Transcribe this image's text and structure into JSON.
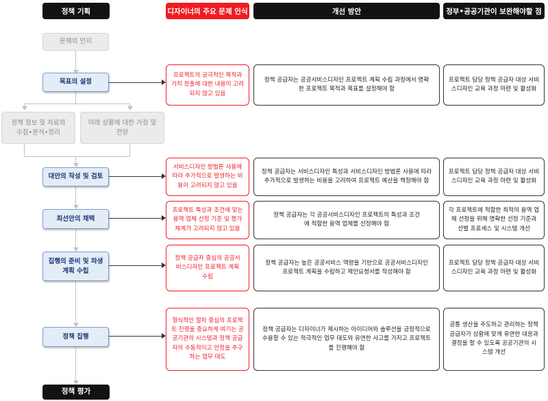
{
  "headers": {
    "col1": "정책 기획",
    "col2": "디자이너의 주요 문제 인식",
    "col3": "개선 방안",
    "col4": "정부•공공기관이 보완해야할 점"
  },
  "process": {
    "problem_awareness": "문제의 인지",
    "goal_setting": "목표의 설정",
    "info_collection": "정책 정보 및 자료의 수집•분석•정리",
    "future_forecast": "미래 상황에 대한 가정 및 전망",
    "alternatives": "대안의 작성 및 검토",
    "best_choice": "최선안의 채택",
    "execution_plan": "집행의 준비 및 파생 계획 수립",
    "execution": "정책 집행",
    "evaluation": "정책 평가"
  },
  "rows": [
    {
      "problem": "프로젝트의 궁극적인 목적과 가치 창출에 대한 내용이 고려되지 않고 있음",
      "improvement": "정책 공급자는 공공서비스디자인 프로젝트 계획 수립 과정에서 명확한 프로젝트 목적과 목표를 설정해야 함",
      "supplement": "프로젝트 담당 정책 공급자 대상 서비스디자인 교육 과정 마련 및 활성화"
    },
    {
      "problem": "서비스디자인 방법론 사용에 따라 추가적으로 발생하는 비용이 고려되지 않고 있음",
      "improvement": "정책 공급자는 서비스디자인 특성과 서비스디자인 방법론 사용에 따라 추가적으로 발생하는 비용을 고려하여 프로젝트 예산을 책정해야 함",
      "supplement": "프로젝트 담당 정책 공급자 대상 서비스디자인 교육 과정 마련 및 활성화"
    },
    {
      "problem": "프로젝트 특성과 조건에 맞는 용역 업체 선정 기준 및 평가 체계가 고려되지 않고 있음",
      "improvement": "정책 공급자는 각 공공서비스디자인 프로젝트의 특성과 조건에 적합한 용역 업체를 선정해야 함",
      "supplement": "각 프로젝트에 적합한 최적의 용역 업체 선정을 위해 명확한 선정 기준과 선별 프로세스 및 시스템 개선"
    },
    {
      "problem": "정책 공급자 중심의 공공서비스디자인 프로젝트 계획 수립",
      "improvement": "정책 공급자는 높은 공공서비스 역량을 기반으로 공공서비스디자인 프로젝트 계획을 수립하고 제안요청서를 작성해야 함",
      "supplement": "프로젝트 담당 정책 공급자 대상 서비스디자인 교육 과정 마련 및 활성화"
    },
    {
      "problem": "형식적인 절차 중심의 프로젝트 진행을 중요하게 여기는 공공기관의 시스템과 정책 공급자의 수동적이고 안정을 추구하는 업무 태도",
      "improvement": "정책 공급자는 디자이너가 제시하는 아이디어와 솔루션을 긍정적으로 수용할 수 있는 적극적인 업무 태도와 유연한 사고를 가지고 프로젝트를 진행해야 함",
      "supplement": "공통 생산을 주도하고 관리하는 정책 공급자가 상황에 맞게 유연한 대응과 결정을 할 수 있도록 공공기관의 시스템 개선"
    }
  ],
  "colors": {
    "header_dark": "#121212",
    "header_red": "#ee1d23",
    "step_blue_bg": "#e3ecf7",
    "step_blue_border": "#7c9ccf",
    "step_gray_bg": "#ebebeb"
  }
}
